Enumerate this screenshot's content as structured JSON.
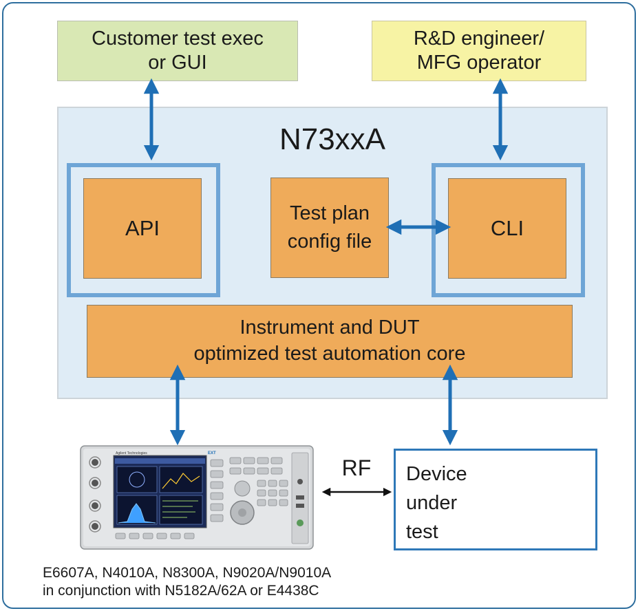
{
  "top_boxes": {
    "customer": {
      "line1": "Customer test exec",
      "line2": "or GUI"
    },
    "engineer": {
      "line1": "R&D engineer/",
      "line2": "MFG operator"
    }
  },
  "container": {
    "title": "N73xxA"
  },
  "modules": {
    "api": "API",
    "cli": "CLI",
    "test_plan": {
      "line1": "Test plan",
      "line2": "config file"
    },
    "core": {
      "line1": "Instrument and DUT",
      "line2": "optimized test automation core"
    }
  },
  "rf_label": "RF",
  "device": {
    "line1": "Device",
    "line2": "under",
    "line3": "test"
  },
  "instrument": {
    "brand_label": "Agilent Technologies",
    "badge": "EXT"
  },
  "caption": {
    "line1": "E6607A, N4010A, N8300A, N9020A/N9010A",
    "line2": "in conjunction with N5182A/62A or E4438C"
  },
  "colors": {
    "arrow": "#1f6fb5",
    "module_fill": "#efab5a",
    "container_fill": "#dfecf6",
    "ring": "#6ea5d6",
    "customer_fill": "#d9e8b4",
    "engineer_fill": "#f7f3a4"
  }
}
